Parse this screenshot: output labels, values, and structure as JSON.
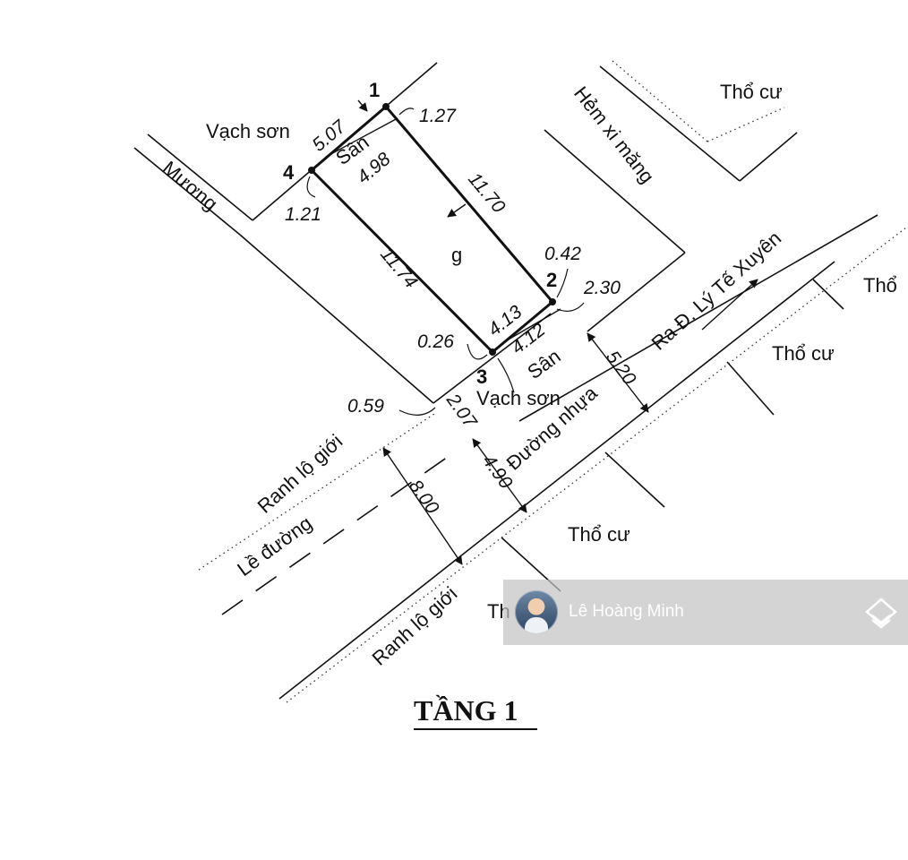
{
  "title": "TẦNG 1",
  "points": {
    "p1": "1",
    "p2": "2",
    "p3": "3",
    "p4": "4"
  },
  "dimensions": {
    "d_507": "5.07",
    "d_127": "1.27",
    "d_498": "4.98",
    "d_1170": "11.70",
    "d_121": "1.21",
    "d_1174": "11.74",
    "d_042": "0.42",
    "d_230": "2.30",
    "d_413": "4.13",
    "d_412": "4.12",
    "d_026": "0.26",
    "d_520": "5.20",
    "d_059": "0.59",
    "d_207": "2.07",
    "d_490": "4.90",
    "d_800": "8.00"
  },
  "labels": {
    "vach_son_top": "Vạch sơn",
    "muong": "Mương",
    "san_top": "Sân",
    "g": "g",
    "hem": "Hẻm xi măng",
    "tho_cu_1": "Thổ cư",
    "tho_cu_2": "Thổ",
    "tho_cu_3": "Thổ cư",
    "tho_cu_4": "Thổ cư",
    "tho_cu_5": "Th",
    "ra_duong": "Ra Đ. Lý Tế Xuyên",
    "san_bottom": "Sân",
    "vach_son_bottom": "Vạch sơn",
    "duong_nhua": "Đường nhựa",
    "ranh_1": "Ranh lộ giới",
    "le_duong": "Lề đường",
    "ranh_2": "Ranh lộ giới"
  },
  "watermark": {
    "name": "Lê Hoàng Minh",
    "icon": "layered-diamond-logo-icon",
    "avatar": "person-avatar"
  },
  "colors": {
    "line": "#111111",
    "dotted": "#333333",
    "overlay": "#c3c3c3"
  }
}
